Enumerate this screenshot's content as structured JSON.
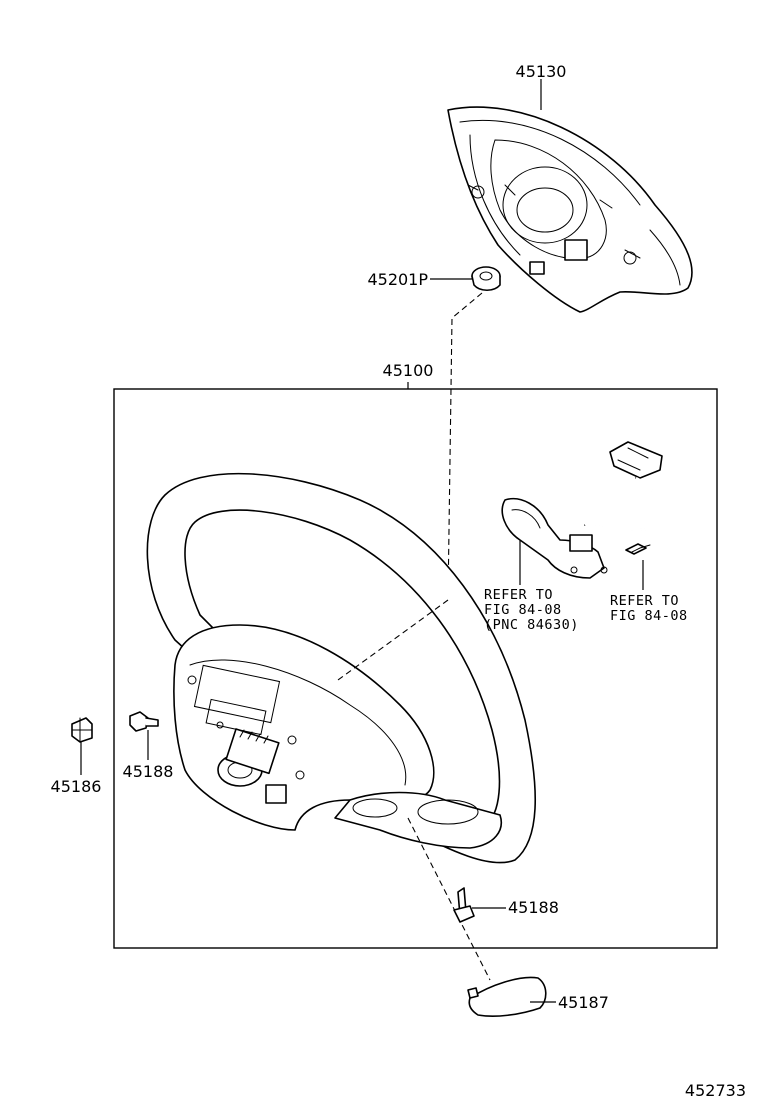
{
  "parts": {
    "horn_pad": "45130",
    "nut": "45201P",
    "wheel_assembly": "45100",
    "clip": "45186",
    "screw_left": "45188",
    "screw_bottom": "45188",
    "cover": "45187"
  },
  "refs": {
    "left": {
      "line1": "REFER TO",
      "line2": "FIG 84-08",
      "line3": "(PNC 84630)"
    },
    "right": {
      "line1": "REFER TO",
      "line2": "FIG 84-08"
    }
  },
  "illustration_number": "452733"
}
